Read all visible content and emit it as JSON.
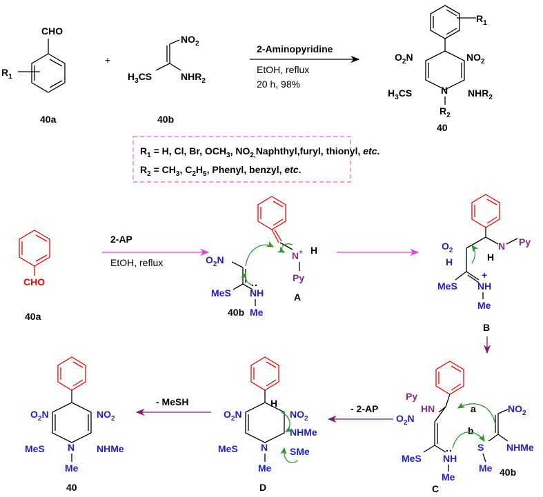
{
  "colors": {
    "black": "#000000",
    "blue": "#1f1fd6",
    "purple": "#8a2b8a",
    "red": "#ff0000",
    "green_arrow": "#2a9a2a",
    "magenta_arrow": "#e040e0",
    "dark_purple_arrow": "#7a1f6e",
    "dashed_box": "#e060e0"
  },
  "top": {
    "cho": "CHO",
    "r1": "R",
    "r1_sub": "1",
    "no2": "NO",
    "no2_sub": "2",
    "h3cs": "H",
    "h3cs_sub": "3",
    "h3cs_rest": "CS",
    "nhr2": "NHR",
    "nhr2_sub": "2",
    "plus": "+",
    "label_40a": "40a",
    "label_40b": "40b",
    "cond1": "2-Aminopyridine",
    "cond2": "EtOH, reflux",
    "cond3": "20 h, 98%",
    "prod_r1": "R",
    "prod_r1_sub": "1",
    "prod_o2n": "O",
    "prod_o2n_sub": "2",
    "prod_o2n_rest": "N",
    "prod_no2": "NO",
    "prod_no2_sub": "2",
    "prod_h3cs": "H",
    "prod_h3cs_sub": "3",
    "prod_h3cs_rest": "CS",
    "prod_n": "N",
    "prod_nhr2": "NHR",
    "prod_nhr2_sub": "2",
    "prod_r2": "R",
    "prod_r2_sub": "2",
    "label_40": "40"
  },
  "box": {
    "line1_a": "R",
    "line1_sub": "1",
    "line1_b": " = H, Cl, Br, OCH",
    "line1_sub2": "3",
    "line1_c": ", NO",
    "line1_sub3": "2,",
    "line1_d": "Naphthyl,furyl, thionyl, ",
    "line1_etc": "etc",
    "line1_end": ".",
    "line2_a": "R",
    "line2_sub": "2",
    "line2_b": " = CH",
    "line2_sub2": "3",
    "line2_c": ", C",
    "line2_sub3": "2",
    "line2_d": "H",
    "line2_sub4": "5",
    "line2_e": ", Phenyl, benzyl, ",
    "line2_etc": "etc",
    "line2_end": "."
  },
  "mech": {
    "cho": "CHO",
    "label_40a": "40a",
    "cond_ap": "2-AP",
    "cond_etoh": "EtOH, reflux",
    "o2n": "O",
    "o2n_sub": "2",
    "o2n_rest": "N",
    "mes": "MeS",
    "nh": "NH",
    "me": "Me",
    "n_plus": "N",
    "plus": "+",
    "h": "H",
    "py": "Py",
    "label_A": "A",
    "label_40b": "40b",
    "b_nh": "N",
    "b_nh_h": "H",
    "b_py": "Py",
    "b_h": "H",
    "label_B": "B",
    "label_C": "C",
    "label_D": "D",
    "label_40": "40",
    "c_py": "Py",
    "c_hn": "HN",
    "c_a": "a",
    "c_b": "b",
    "c_s": "S",
    "nhme": "NHMe",
    "sme": "SMe",
    "n": "N",
    "minus_2ap": "- 2-AP",
    "minus_mesh": "- MeSH",
    "no2": "NO",
    "no2_sub": "2"
  }
}
